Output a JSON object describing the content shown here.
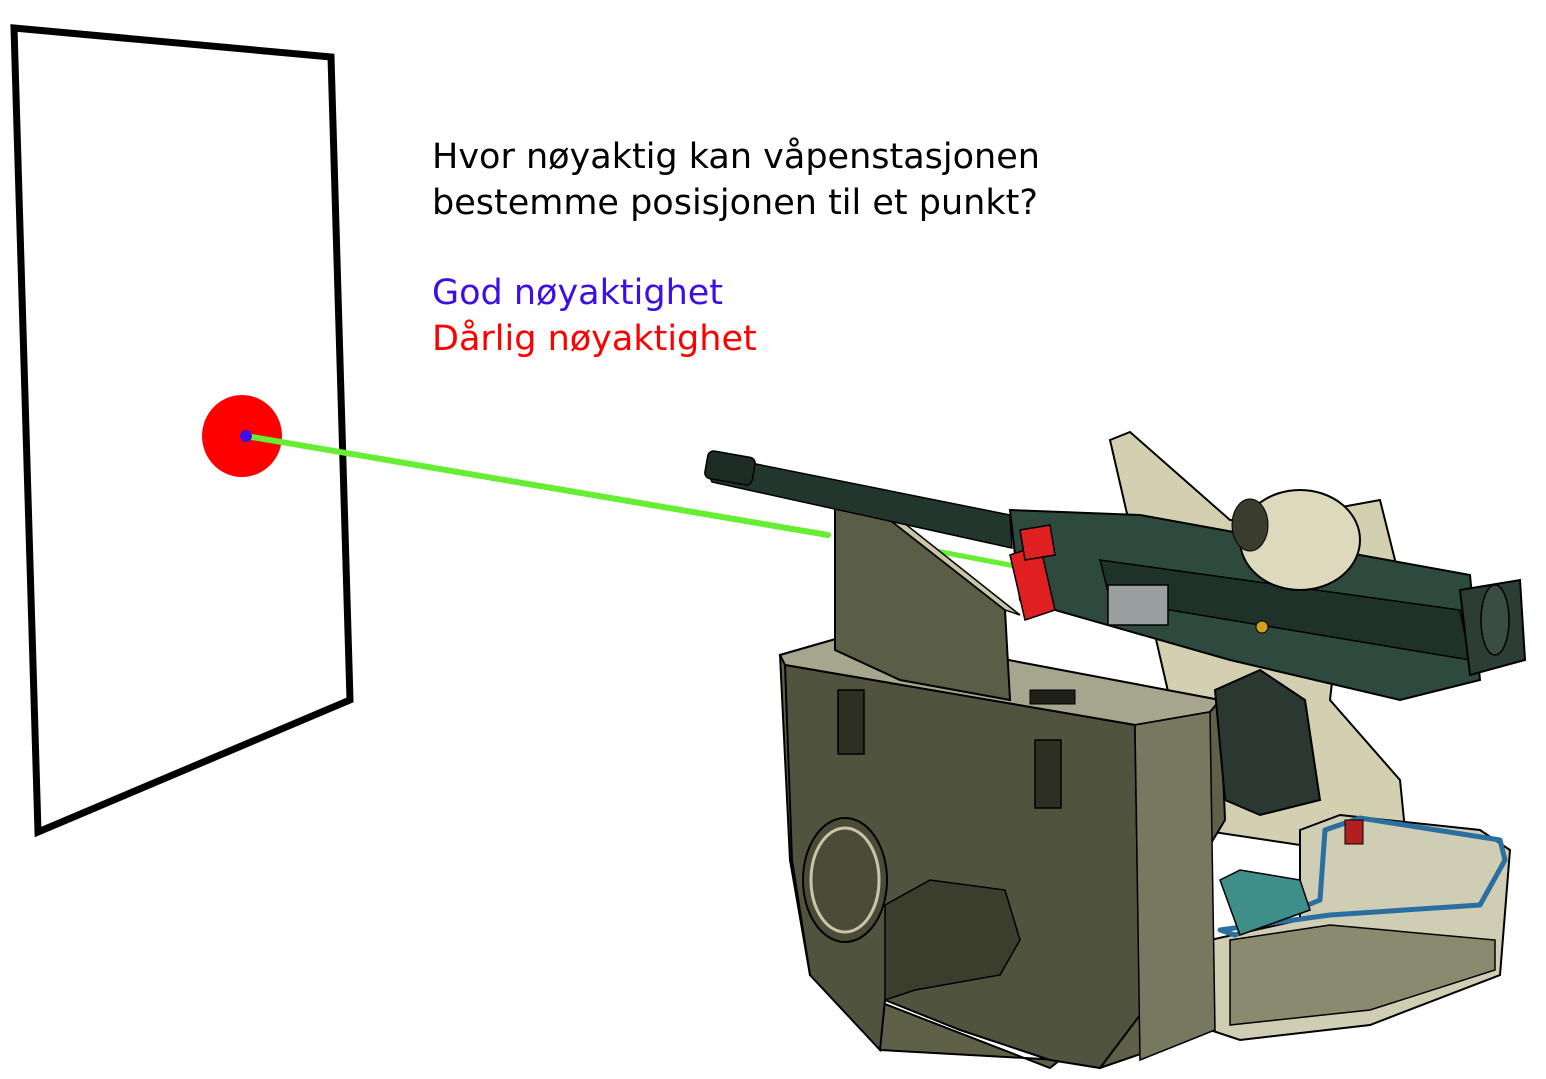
{
  "question_lines": [
    "Hvor nøyaktig kan våpenstasjonen",
    "bestemme posisjonen til et punkt?"
  ],
  "legend": {
    "good": {
      "label": "God nøyaktighet",
      "color": "#3b0fe6"
    },
    "poor": {
      "label": "Dårlig nøyaktighet",
      "color": "#ff0000"
    }
  },
  "colors": {
    "board_frame": "#000000",
    "laser": "#66ee33",
    "good_spot": "#3b0fe6",
    "poor_spot": "#ff0000",
    "station_body": "#5e6148",
    "station_light": "#c9c6a7",
    "gun_metal": "#23362e",
    "clamp": "#e02020",
    "rail": "#2a6fa0"
  },
  "icons": [
    "target-board-icon",
    "weapon-station-icon"
  ]
}
